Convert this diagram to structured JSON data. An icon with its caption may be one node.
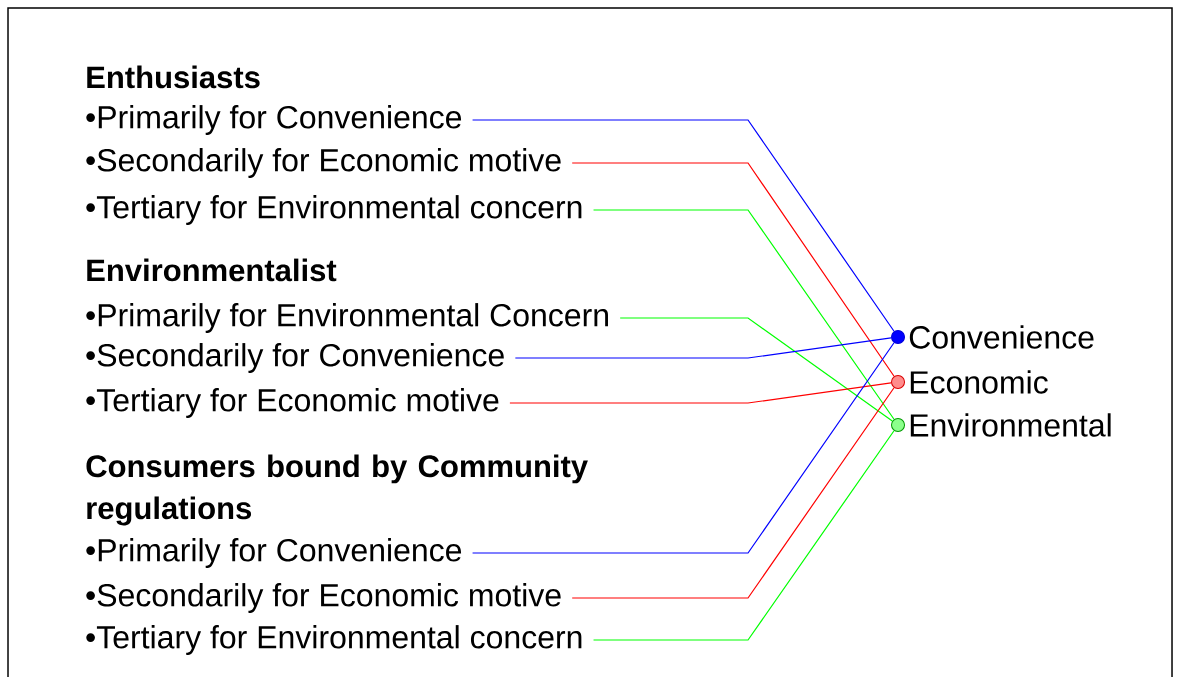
{
  "diagram": {
    "nodes": [
      {
        "text": [
          "•Primarily for Convenience"
        ]
      },
      {
        "text": [
          "•Secondarily for Economic motive"
        ]
      },
      {
        "text": [
          "•Tertiary for Environmental concern"
        ]
      },
      {
        "text": [
          "•Primarily for Environmental Concern"
        ]
      },
      {
        "text": [
          "•Secondarily for Convenience"
        ]
      },
      {
        "text": [
          "•Tertiary for Economic motive"
        ]
      },
      {
        "text": [
          "•Primarily for Convenience"
        ]
      },
      {
        "text": [
          "•Secondarily for Economic motive"
        ]
      },
      {
        "text": [
          "•Tertiary for Environmental concern"
        ]
      },
      {
        "text": [],
        "shape": "circle",
        "beside": [
          "Convenience"
        ]
      },
      {
        "text": [],
        "shape": "circle",
        "beside": [
          "Economic"
        ]
      },
      {
        "text": [],
        "shape": "circle",
        "beside": [
          "Environmental"
        ]
      }
    ],
    "edges": [
      {
        "from": 0,
        "to": 9,
        "arrow": "none",
        "color": "#0000ff"
      },
      {
        "from": 1,
        "to": 10,
        "arrow": "none",
        "color": "#ff0000"
      },
      {
        "from": 2,
        "to": 11,
        "arrow": "none",
        "color": "#00ff00"
      },
      {
        "from": 3,
        "to": 11,
        "arrow": "none",
        "color": "#00ff00"
      },
      {
        "from": 4,
        "to": 9,
        "arrow": "none",
        "color": "#0000ff"
      },
      {
        "from": 5,
        "to": 10,
        "arrow": "none",
        "color": "#ff0000"
      },
      {
        "from": 6,
        "to": 9,
        "arrow": "none",
        "color": "#0000ff"
      },
      {
        "from": 7,
        "to": 10,
        "arrow": "none",
        "color": "#ff0000"
      },
      {
        "from": 8,
        "to": 11,
        "arrow": "none",
        "color": "#00ff00"
      }
    ],
    "labels": [
      "Enthusiasts",
      "Environmentalist",
      "Consumers bound by Community regulations"
    ]
  }
}
